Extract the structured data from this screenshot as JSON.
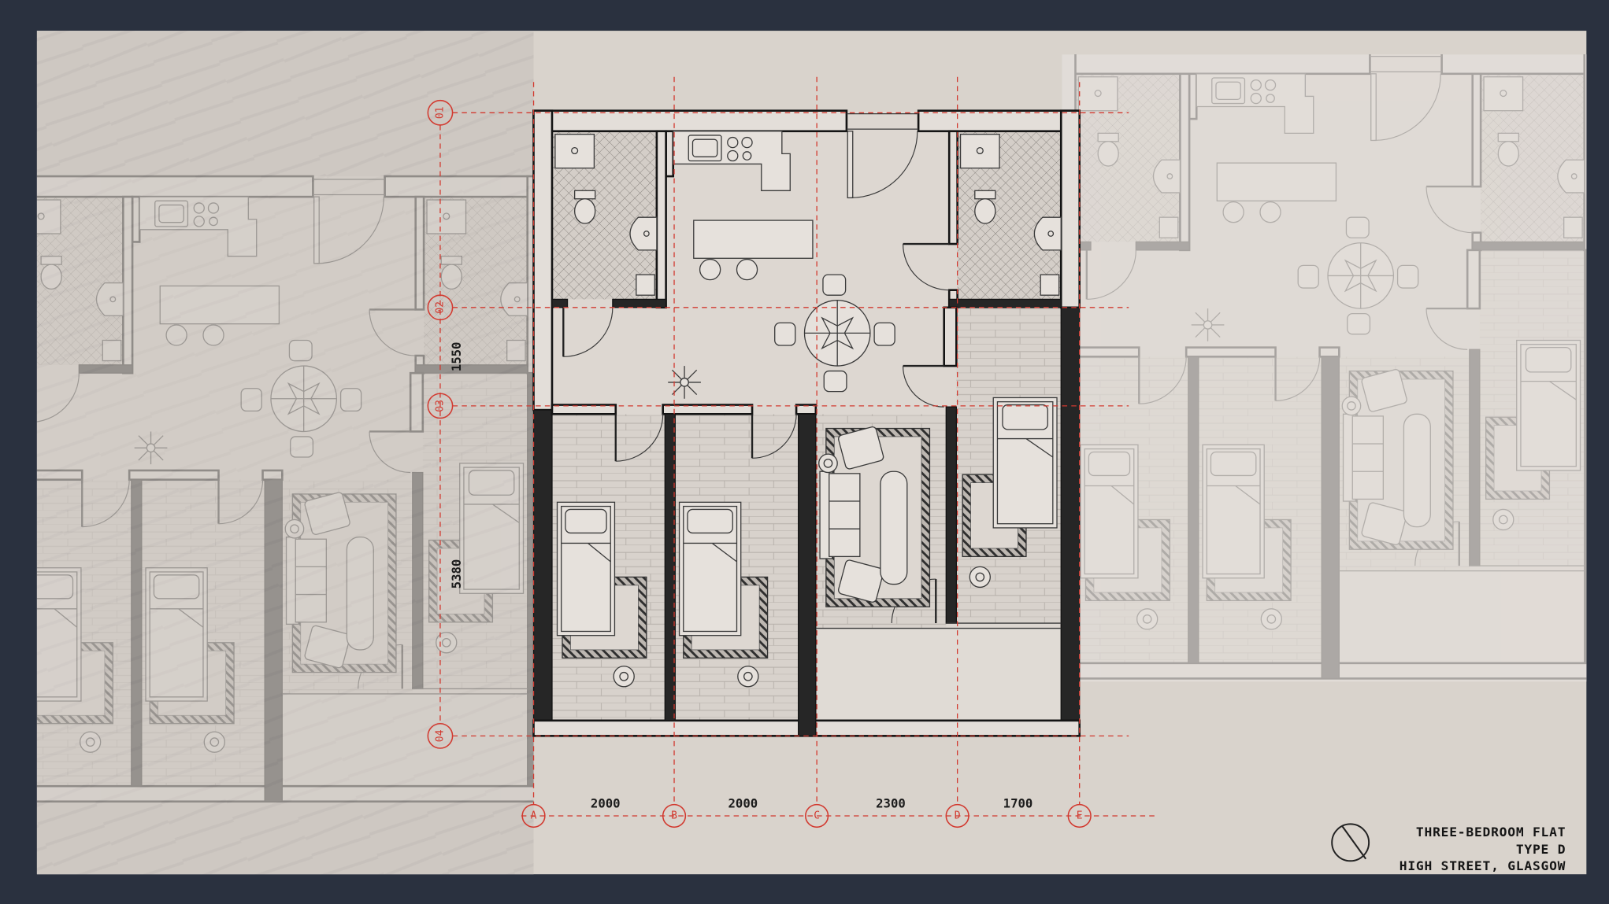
{
  "drawing": {
    "grid_rows": [
      "01",
      "02",
      "03",
      "04"
    ],
    "grid_columns": [
      "A",
      "B",
      "C",
      "D",
      "E"
    ],
    "dimensions_horizontal": [
      "2000",
      "2000",
      "2300",
      "1700"
    ],
    "dimensions_vertical": [
      "1550",
      "5380"
    ]
  },
  "title_block": {
    "title": "THREE-BEDROOM FLAT",
    "type": "TYPE D",
    "location": "HIGH STREET, GLASGOW"
  },
  "icons": {
    "north_arrow": "north-arrow-icon",
    "plant": "plant-icon"
  },
  "colors": {
    "background": "#2a313f",
    "paper": "#d9d3cc",
    "grid": "#d23a30",
    "wall": "#262626"
  }
}
